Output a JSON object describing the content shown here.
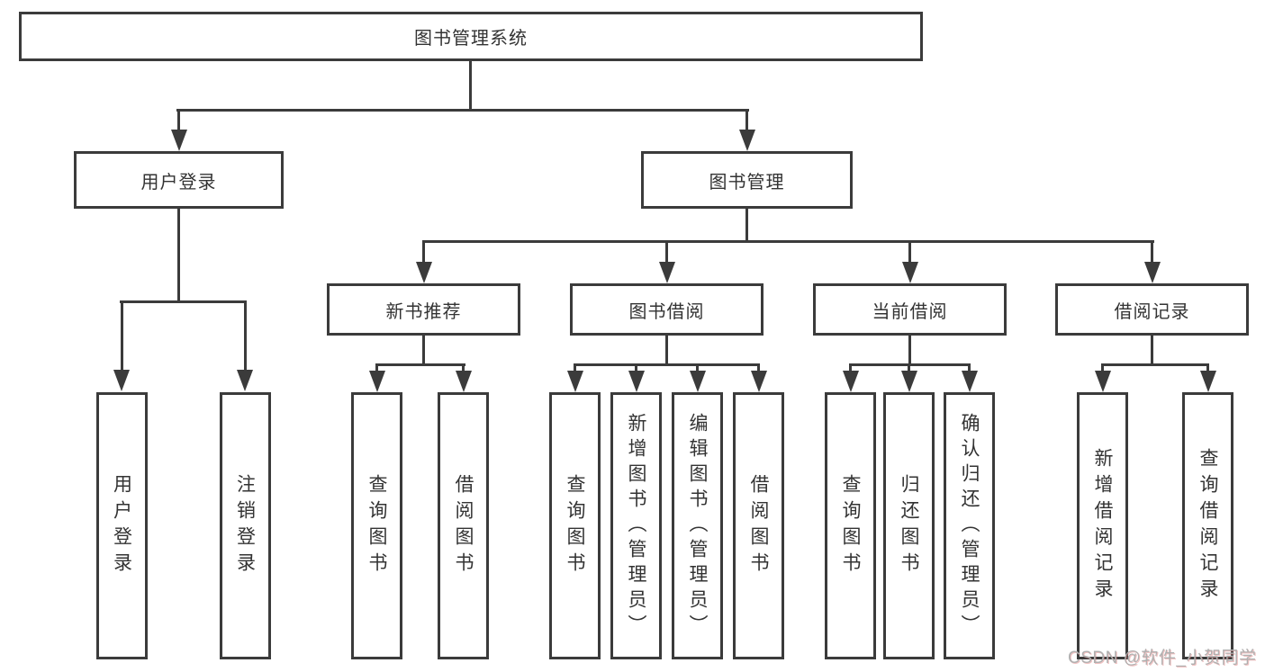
{
  "colors": {
    "line": "#3b3b3b",
    "node_border": "#3b3b3b",
    "node_text": "#333333",
    "background": "#ffffff",
    "watermark_text": "#b0b0b0"
  },
  "tree": {
    "root": "图书管理系统",
    "branches": [
      {
        "label": "用户登录",
        "children": [
          "用户登录",
          "注销登录"
        ]
      },
      {
        "label": "图书管理",
        "groups": [
          {
            "label": "新书推荐",
            "children": [
              "查询图书",
              "借阅图书"
            ]
          },
          {
            "label": "图书借阅",
            "children": [
              "查询图书",
              "新增图书（管理员）",
              "编辑图书（管理员）",
              "借阅图书"
            ]
          },
          {
            "label": "当前借阅",
            "children": [
              "查询图书",
              "归还图书",
              "确认归还（管理员）"
            ]
          },
          {
            "label": "借阅记录",
            "children": [
              "新增借阅记录",
              "查询借阅记录"
            ]
          }
        ]
      }
    ]
  },
  "watermark": "CSDN @软件_小贺同学"
}
